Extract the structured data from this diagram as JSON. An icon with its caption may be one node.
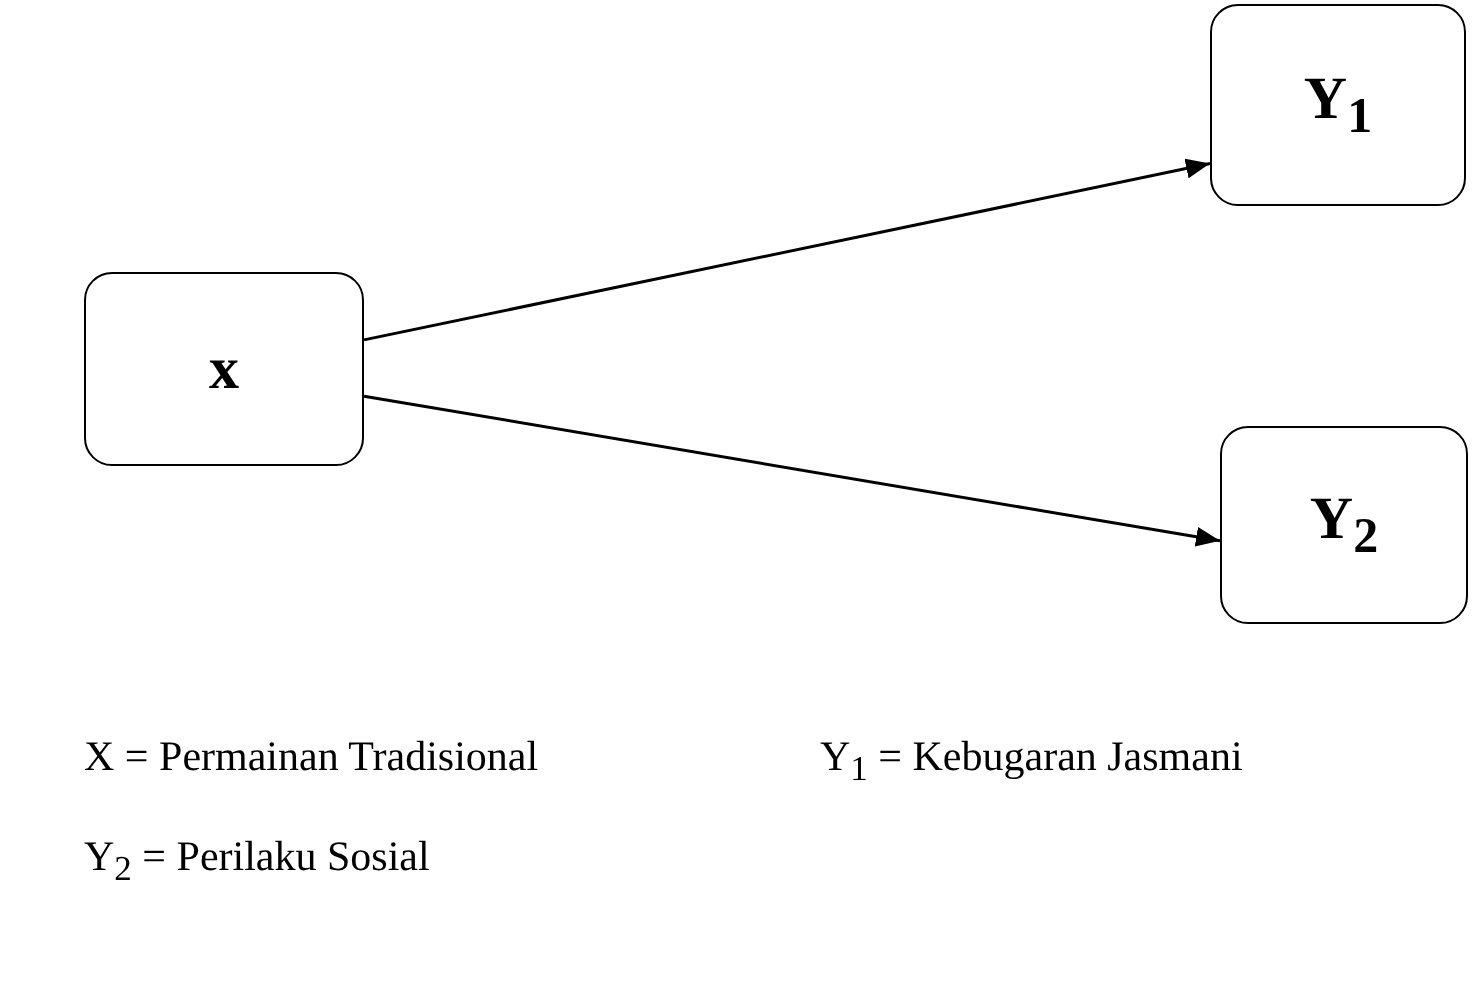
{
  "diagram": {
    "nodes": [
      {
        "text": [
          "x"
        ]
      },
      {
        "text": [
          "Y$_{1}$"
        ]
      },
      {
        "text": [
          "Y$_{2}$"
        ]
      }
    ],
    "edges": [
      {
        "from": 0,
        "to": 1,
        "arrow": "to"
      },
      {
        "from": 0,
        "to": 2,
        "arrow": "to"
      }
    ],
    "labels": [
      "X = Permainan Tradisional",
      "Y$_{1}$ = Kebugaran Jasmani",
      "Y$_{2}$ = Perilaku Sosial"
    ]
  }
}
